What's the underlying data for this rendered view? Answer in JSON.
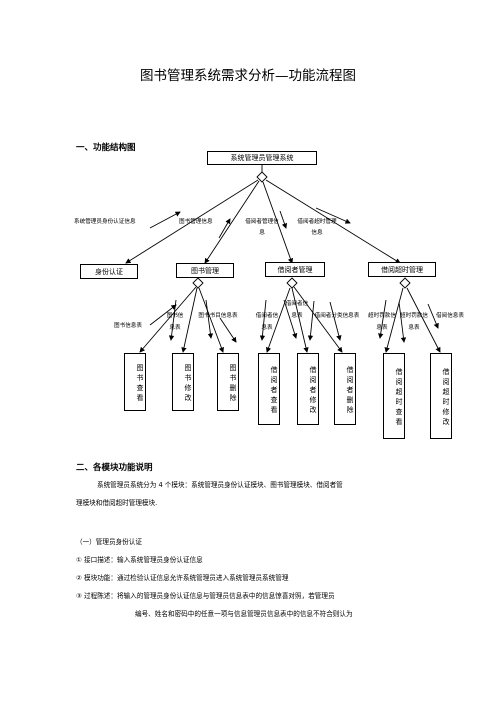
{
  "doc_title": "图书管理系统需求分析—功能流程图",
  "section1": "一、功能结构图",
  "root": "系统管理员管理系统",
  "level1": [
    "身份认证",
    "图书管理",
    "借阅者管理",
    "借阅超时管理"
  ],
  "level1_flows": [
    "系统管理员身份认证信息",
    "图书管理信息",
    "借阅者管理信息",
    "借阅者超时管理信息"
  ],
  "leaves": [
    "图书查看",
    "图书修改",
    "图书删除",
    "借阅者查看",
    "借阅者修改",
    "借阅者删除",
    "借阅超时查看",
    "借阅超时修改"
  ],
  "leaf_flows": {
    "book_info": "图书信息表",
    "book_info_b": "图书信息表",
    "book_dir": "图书书目信息表",
    "reader_info": "借阅者信息表",
    "reader_info_b": "借阅者信息表",
    "reader_class": "借阅者分类信息表",
    "fine_info": "超时罚款信息表",
    "overdue_fine": "超时罚款信息表",
    "borrow_info": "借阅信息表"
  },
  "section2": "二、各模块功能说明",
  "intro": [
    "系统管理员系统分为 4 个模块：系统管理员身份认证模块、图书管理模块、借阅者管",
    "理模块和借阅超时管理模块."
  ],
  "sub1": "（一）管理员身份认证",
  "items": [
    "①  接口描述：输入系统管理员身份认证信息",
    "②  模块功能：通过检验认证信息允许系统管理员进入系统管理员系统管理",
    "③  过程陈述：将输入的管理员身份认证信息与管理员信息表中的信息惊喜对照，若管理员"
  ],
  "item3_cont": "编号、姓名和密码中的任意一项与信息管理员信息表中的信息不符合则认为"
}
